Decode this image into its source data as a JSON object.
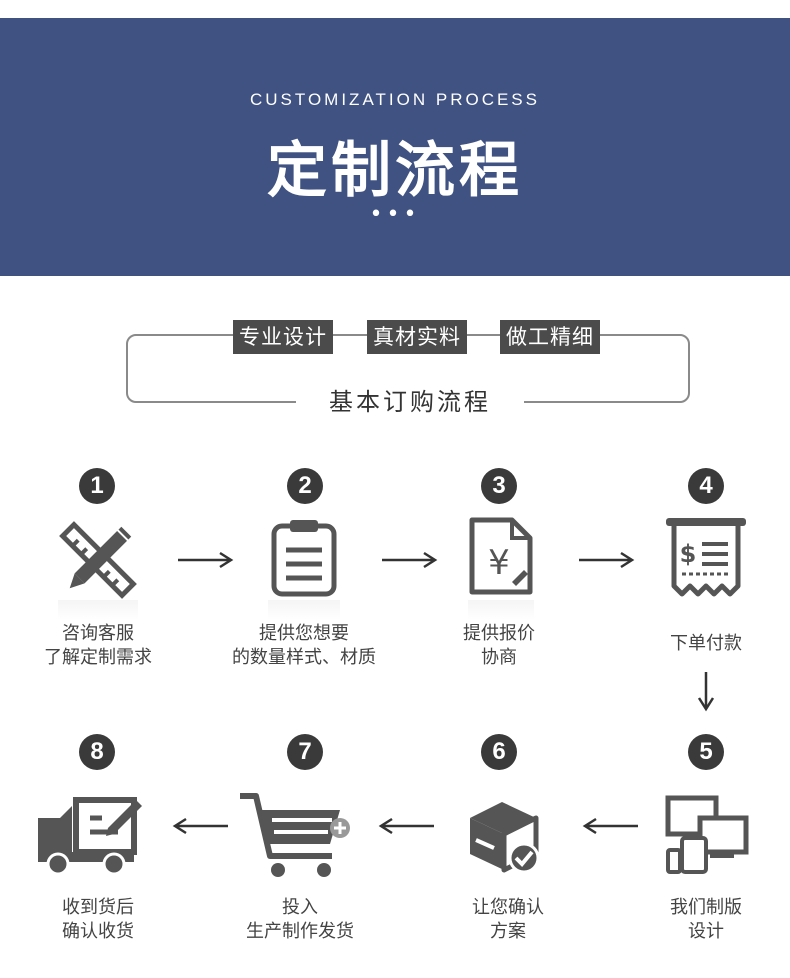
{
  "header": {
    "subtitle": "CUSTOMIZATION PROCESS",
    "title": "定制流程",
    "dots": "•••"
  },
  "intro": {
    "tags": [
      "专业设计",
      "真材实料",
      "做工精细"
    ],
    "frame_title": "基本订购流程"
  },
  "steps": [
    {
      "number": "1",
      "icon": "ruler-pencil-icon",
      "line1": "咨询客服",
      "line2": "了解定制需求"
    },
    {
      "number": "2",
      "icon": "clipboard-icon",
      "line1": "提供您想要",
      "line2": "的数量样式、材质"
    },
    {
      "number": "3",
      "icon": "quote-document-icon",
      "line1": "提供报价",
      "line2": "协商"
    },
    {
      "number": "4",
      "icon": "receipt-icon",
      "line1": "下单付款",
      "line2": ""
    },
    {
      "number": "5",
      "icon": "devices-icon",
      "line1": "我们制版",
      "line2": "设计"
    },
    {
      "number": "6",
      "icon": "package-check-icon",
      "line1": "让您确认",
      "line2": "方案"
    },
    {
      "number": "7",
      "icon": "shopping-cart-icon",
      "line1": "投入",
      "line2": "生产制作发货"
    },
    {
      "number": "8",
      "icon": "delivery-truck-icon",
      "line1": "收到货后",
      "line2": "确认收货"
    }
  ],
  "colors": {
    "banner": "#3f5282",
    "tag": "#4b4b4b",
    "icon": "#555555"
  }
}
